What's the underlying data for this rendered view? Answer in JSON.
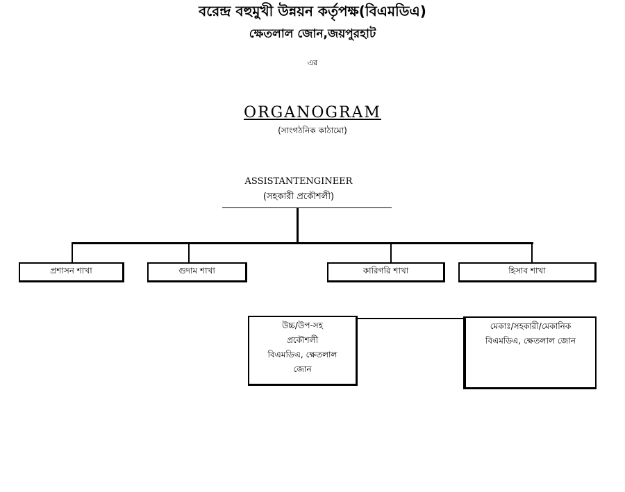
{
  "header": {
    "title": "বরেন্দ্র বহুমুখী উন্নয়ন কর্তৃপক্ষ(বিএমডিএ)",
    "subtitle": "ক্ষেতলাল জোন,জয়পুরহাট",
    "of": "এর"
  },
  "chart_title": {
    "main": "ORGANOGRAM",
    "sub": "(সাংগঠনিক কাঠামো)"
  },
  "root": {
    "title": "ASSISTANTENGINEER",
    "subtitle": "(সহকারী প্রকৌশলী)"
  },
  "branches": [
    "প্রশাসন শাখা",
    "গুদাম শাখা",
    "কারিগরি শাখা",
    "হিসাব শাখা"
  ],
  "staff": [
    {
      "line1": "উচ্চ/উপ-সহ",
      "line2": "প্রকৌশলী",
      "line3": "বিএমডিএ, ক্ষেতলাল",
      "line4": "জোন"
    },
    {
      "line1": "মেকাঃ/সহকারী/মেকানিক",
      "line2": "বিএমডিএ, ক্ষেতলাল জোন"
    }
  ]
}
